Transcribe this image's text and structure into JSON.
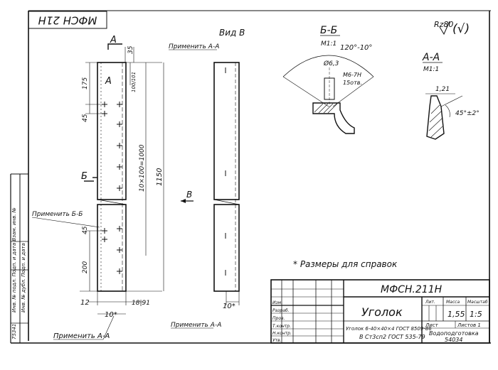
{
  "corner": {
    "stamp": "МФСН 21Н",
    "roughness": "Rz80",
    "check": "(√)"
  },
  "views": {
    "cut_a_letter": "А",
    "cut_b_letter": "Б",
    "apply_aa_top": "Применить А-А",
    "view_b_title": "Вид В",
    "apply_bb": "Применить Б-Б",
    "apply_aa_left": "Применить А-А",
    "apply_aa_mid": "Применить А-А",
    "arrow_b": "В"
  },
  "dims": {
    "d35": "35",
    "d175": "175",
    "d45a": "45",
    "d45b": "45",
    "d10x100": "10×100=1000",
    "d1150": "1150",
    "d200": "200",
    "d12": "12",
    "d18_91": "18|91",
    "d10a": "10*",
    "d10b": "10*",
    "d100": "100/101"
  },
  "section_bb": {
    "title": "Б-Б",
    "scale": "М1:1",
    "angle": "120°-10°",
    "hole": "Ø6,3",
    "thread": "М6-7Н",
    "holes": "15отв."
  },
  "section_aa": {
    "title": "А-А",
    "scale": "М1:1",
    "dim": "1,21",
    "angle": "45°±2°"
  },
  "note": "* Размеры для справок",
  "side_strip": {
    "text1": "Инв. № подл.   Подп. и дата   Взам. инв. №",
    "text2": "Инв. № дубл.   Подп. и дата",
    "num": "75341"
  },
  "title_block": {
    "doc_code": "МФСН.211Н",
    "part_name": "Уголок",
    "material_line1": "Уголок 6-40×40×4 ГОСТ 8509-86",
    "material_line2": "В Ст3сп2 ГОСТ 535-79",
    "mass": "1,55",
    "scale": "1:5",
    "sheet_label": "Лист",
    "sheets_label": "Листов 1",
    "company_line1": "Водоподготовка",
    "company_line2": "54034",
    "roles": [
      "Изм.",
      "Разраб.",
      "Пров.",
      "Т.контр.",
      "Н.контр.",
      "Утв."
    ],
    "header_labels": [
      "Лит.",
      "Масса",
      "Масштаб"
    ]
  }
}
